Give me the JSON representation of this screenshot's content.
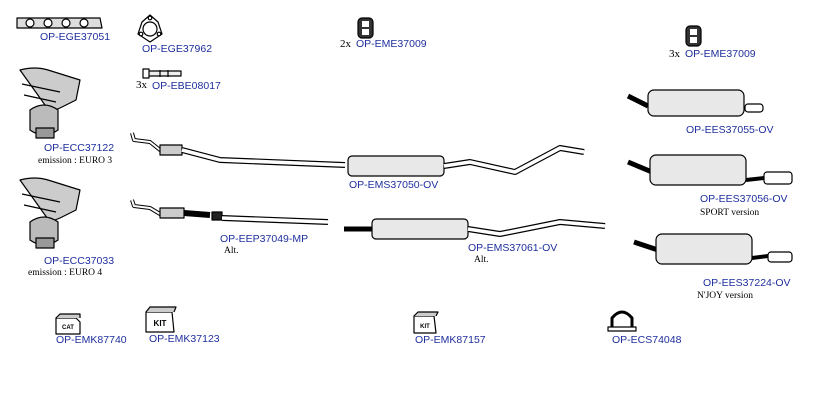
{
  "parts": [
    {
      "code": "OP-EGE37051"
    },
    {
      "code": "OP-EGE37962"
    },
    {
      "code": "OP-EME37009",
      "qty": "2x"
    },
    {
      "code": "OP-EME37009",
      "qty": "3x"
    },
    {
      "code": "OP-EBE08017",
      "qty": "3x"
    },
    {
      "code": "OP-ECC37122",
      "note": "emission : EURO 3"
    },
    {
      "code": "OP-ECC37033",
      "note": "emission : EURO 4"
    },
    {
      "code": "OP-EMS37050-OV"
    },
    {
      "code": "OP-EEP37049-MP",
      "note": "Alt."
    },
    {
      "code": "OP-EMS37061-OV",
      "note": "Alt."
    },
    {
      "code": "OP-EES37055-OV"
    },
    {
      "code": "OP-EES37056-OV",
      "note": "SPORT version"
    },
    {
      "code": "OP-EES37224-OV",
      "note": "N'JOY version"
    },
    {
      "code": "OP-EMK87740",
      "icon_text": "CAT"
    },
    {
      "code": "OP-EMK37123",
      "icon_text": "KIT"
    },
    {
      "code": "OP-EMK87157",
      "icon_text": "KIT"
    },
    {
      "code": "OP-ECS74048"
    }
  ],
  "colors": {
    "label": "#1f2f9e",
    "note": "#000000",
    "line": "#000000",
    "fill": "#ffffff"
  },
  "icons": [
    "gasket-icon",
    "flange-gasket-icon",
    "rubber-hanger-icon",
    "bolt-icon",
    "manifold-catalyst-icon",
    "pipe-icon",
    "silencer-icon",
    "rear-silencer-icon",
    "cat-kit-icon",
    "kit-box-icon",
    "clamp-icon"
  ]
}
